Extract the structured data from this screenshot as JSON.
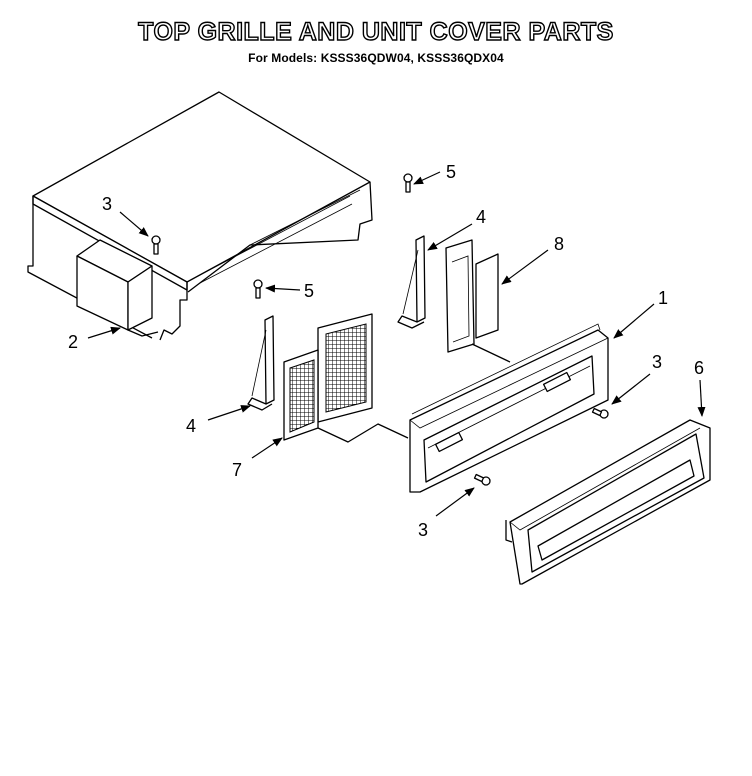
{
  "title": "TOP GRILLE AND UNIT COVER PARTS",
  "subtitle": "For Models: KSSS36QDW04, KSSS36QDX04",
  "callouts": {
    "c1": "1",
    "c2": "2",
    "c3a": "3",
    "c3b": "3",
    "c3c": "3",
    "c4a": "4",
    "c4b": "4",
    "c5a": "5",
    "c5b": "5",
    "c6": "6",
    "c7": "7",
    "c8": "8"
  }
}
